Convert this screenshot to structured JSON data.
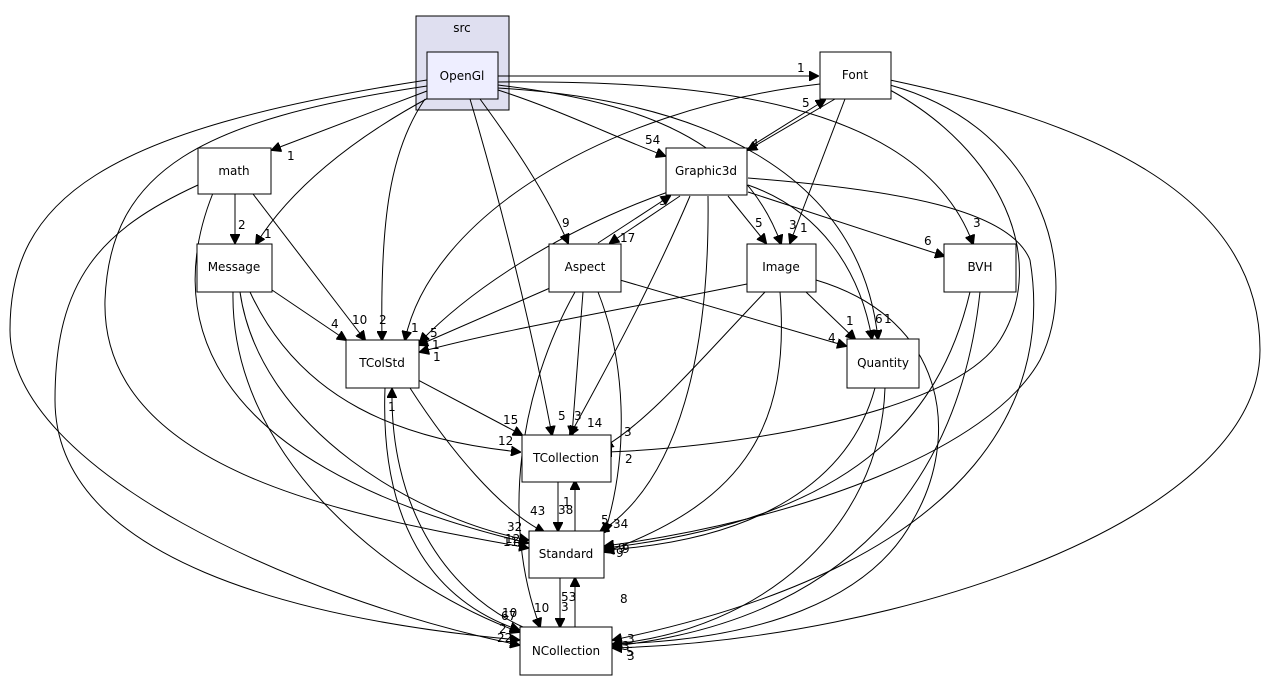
{
  "cluster": {
    "label": "src",
    "fill": "#dfdff0",
    "stroke": "#000000"
  },
  "focus_node": {
    "label": "OpenGl",
    "fill": "#eeeeff"
  },
  "nodes": {
    "font": "Font",
    "math": "math",
    "graphic3d": "Graphic3d",
    "message": "Message",
    "aspect": "Aspect",
    "image": "Image",
    "bvh": "BVH",
    "tcolstd": "TColStd",
    "quantity": "Quantity",
    "tcollection": "TCollection",
    "standard": "Standard",
    "ncollection": "NCollection"
  },
  "edge_labels": {
    "opengl_font": "1",
    "opengl_math": "1",
    "opengl_graphic3d": "54",
    "opengl_message": "1",
    "opengl_aspect": "9",
    "opengl_image": "3",
    "opengl_bvh": "3",
    "opengl_tcolstd": "2",
    "opengl_quantity": "1",
    "opengl_tcollection": "5",
    "font_graphic3d": "4",
    "graphic3d_font": "5",
    "font_image": "1",
    "font_tcolstd": "1",
    "math_message": "2",
    "math_tcolstd": "10",
    "message_tcolstd": "4",
    "graphic3d_aspect": "17",
    "aspect_graphic3d": "3",
    "graphic3d_image": "5",
    "graphic3d_bvh": "6",
    "graphic3d_quantity": "6",
    "graphic3d_tcolstd": "5",
    "aspect_tcolstd": "1",
    "image_tcolstd": "1",
    "image_quantity": "1",
    "aspect_quantity": "4",
    "graphic3d_tcollection": "14",
    "aspect_tcollection": "3",
    "image_tcollection": "3",
    "tcolstd_tcollection": "15",
    "message_tcollection": "12",
    "aspect_standard": "2",
    "graphic3d_standard": "34",
    "image_standard": "5",
    "tcolstd_standard": "43",
    "tcollection_standard": "38",
    "standard_tcollection": "1",
    "message_standard": "32",
    "math_standard": "12",
    "opengl_standard": "11",
    "bvh_standard": "9",
    "quantity_standard": "9",
    "font_standard": "9",
    "tcolstd_ncollection": "10",
    "ncollection_tcolstd": "1",
    "standard_ncollection": "3",
    "ncollection_standard": "53",
    "aspect_ncollection": "10",
    "message_ncollection": "67",
    "graphic3d_ncollection": "3",
    "quantity_ncollection": "3",
    "image_ncollection": "5",
    "bvh_ncollection": "3",
    "font_ncollection": "8",
    "math_ncollection": "2",
    "opengl_ncollection": "22"
  }
}
